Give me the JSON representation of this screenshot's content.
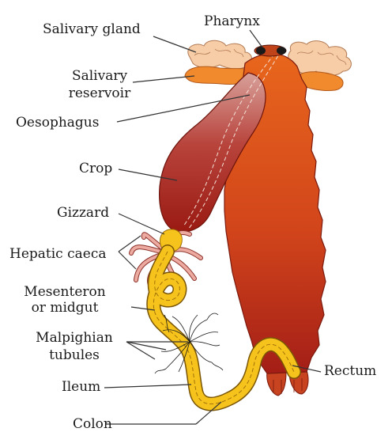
{
  "labels": {
    "salivary_gland": "Salivary gland",
    "pharynx": "Pharynx",
    "salivary_reservoir_1": "Salivary",
    "salivary_reservoir_2": "reservoir",
    "oesophagus": "Oesophagus",
    "crop": "Crop",
    "gizzard": "Gizzard",
    "hepatic_caeca": "Hepatic caeca",
    "mesenteron_1": "Mesenteron",
    "mesenteron_2": "or midgut",
    "malpighian_1": "Malpighian",
    "malpighian_2": "tubules",
    "ileum": "Ileum",
    "colon": "Colon",
    "rectum": "Rectum"
  },
  "colors": {
    "body_dark": "#b3281f",
    "body_orange": "#e4601a",
    "crop_light": "#c0504a",
    "crop_dark": "#9e1d14",
    "midgut": "#f5c31c",
    "gland": "#f4c8a0",
    "reservoir": "#f08a2c",
    "caeca": "#e9a49c"
  }
}
